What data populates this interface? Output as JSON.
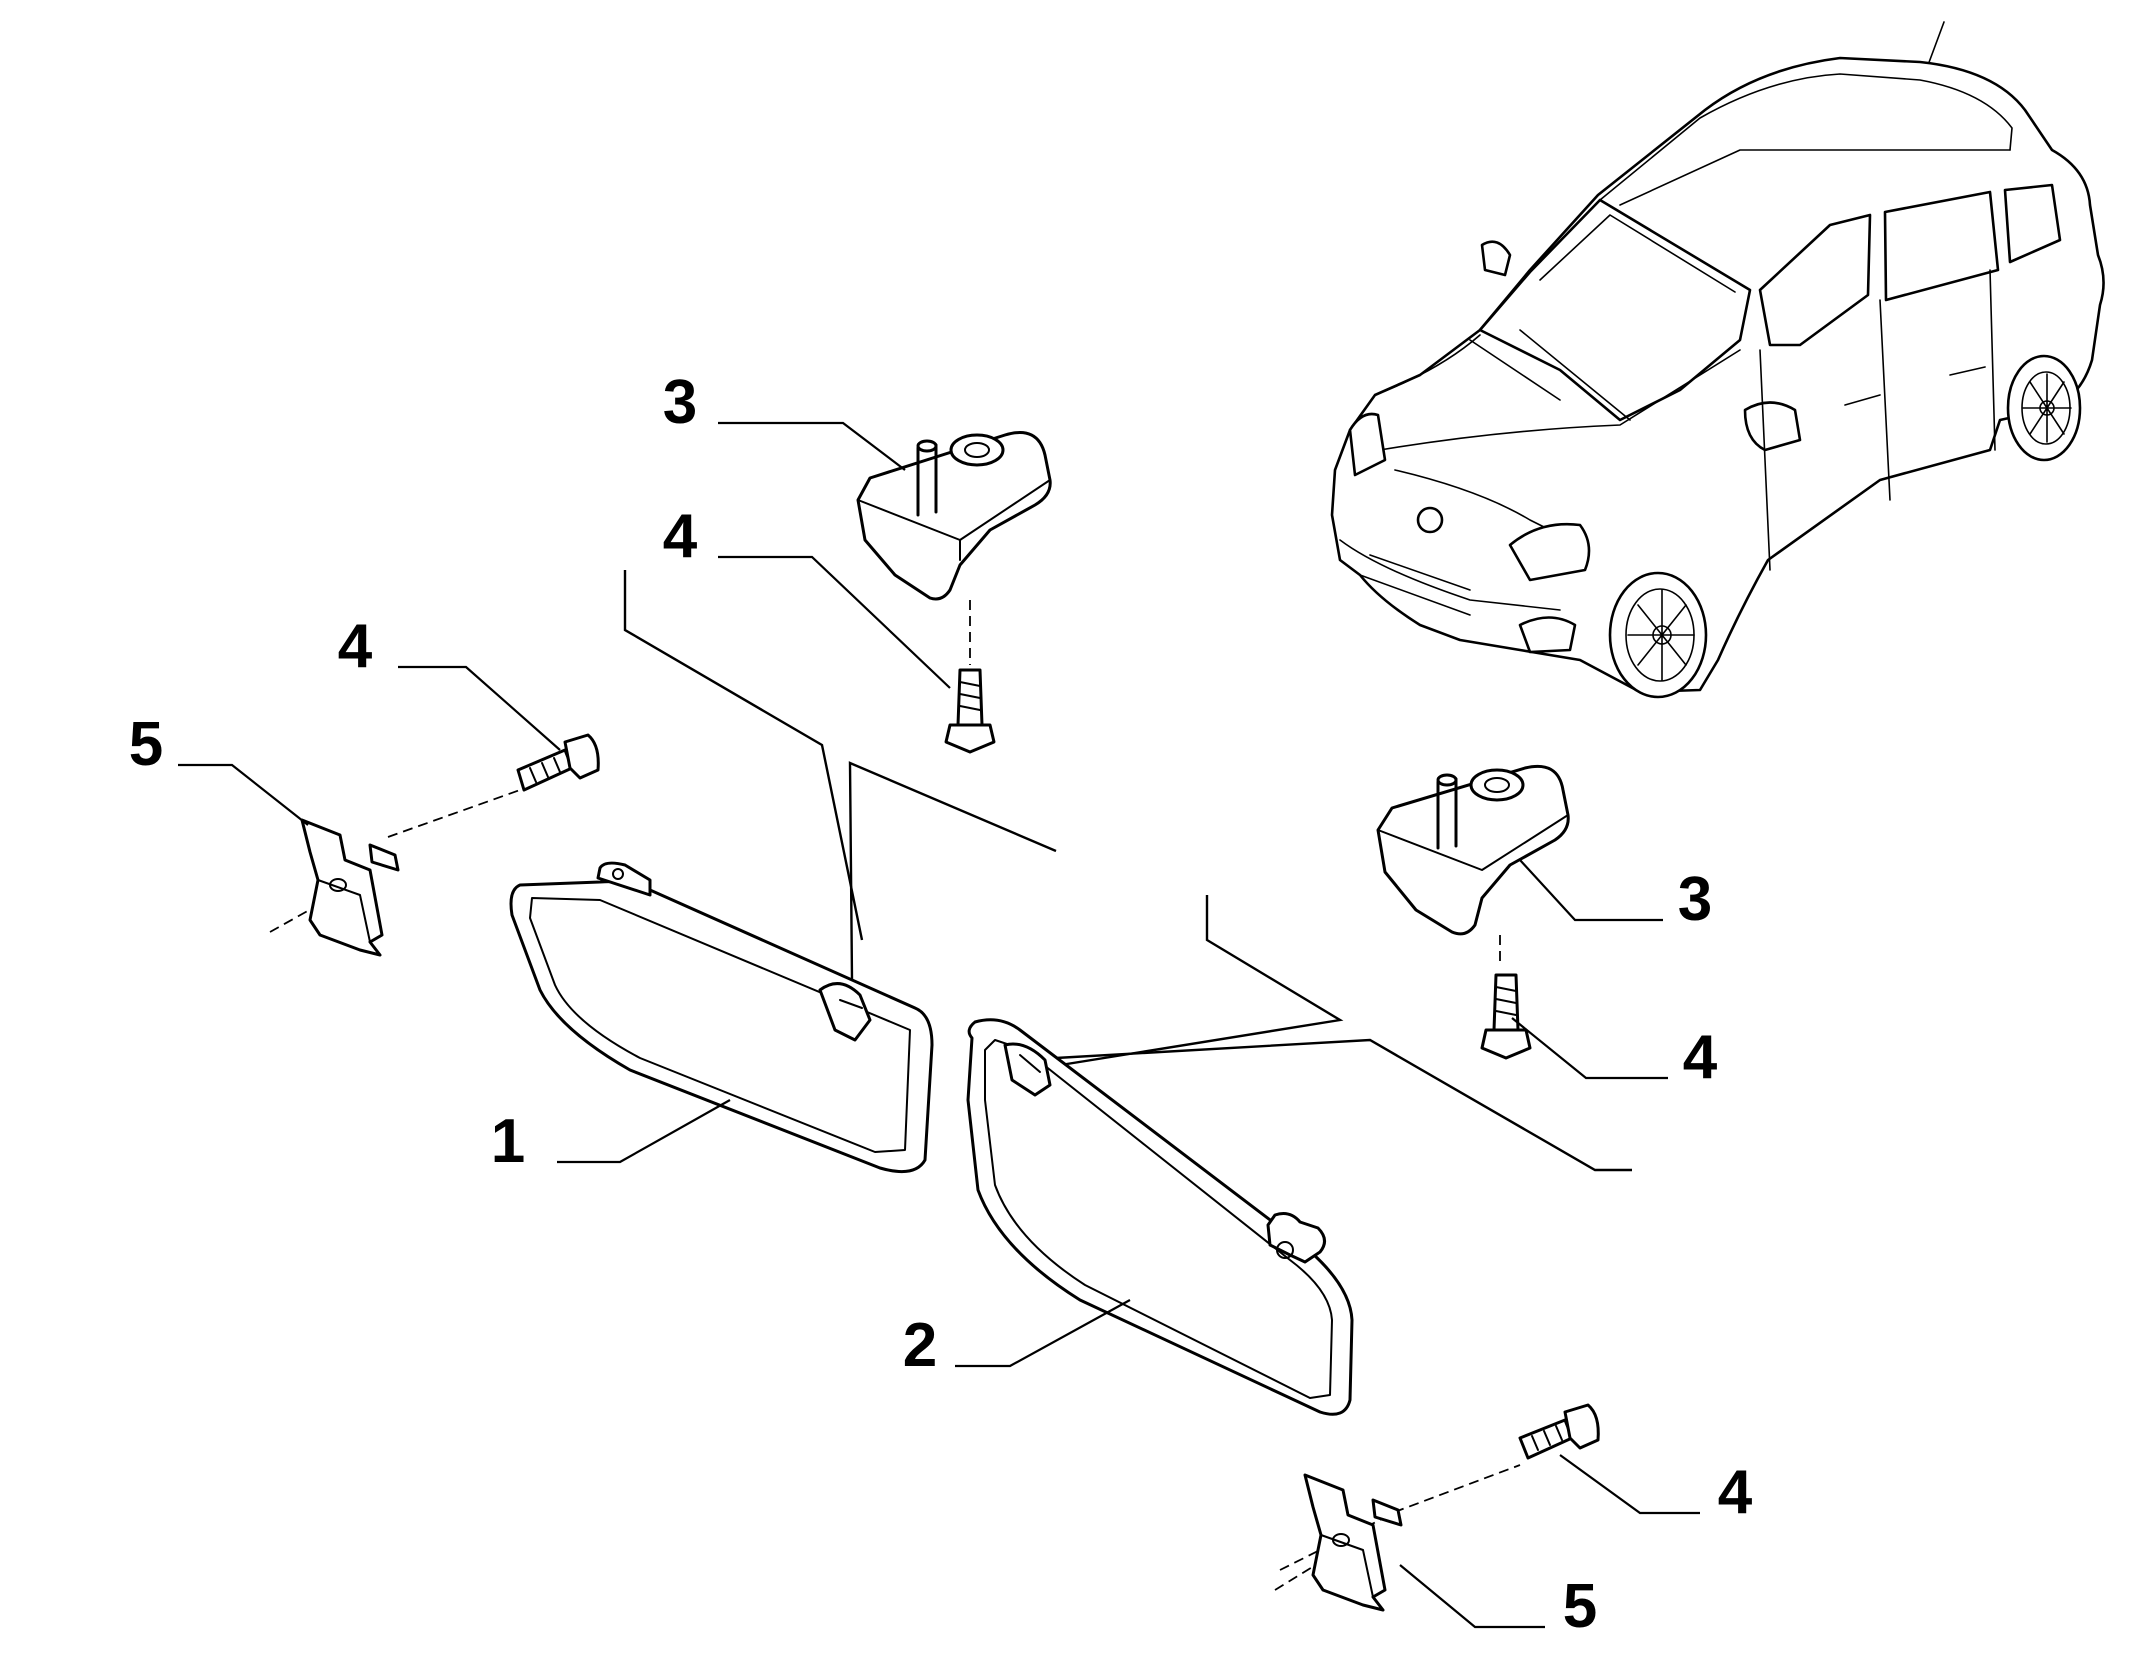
{
  "callouts": {
    "c1": "1",
    "c2": "2",
    "c3_top": "3",
    "c3_right": "3",
    "c4_top": "4",
    "c4_left": "4",
    "c4_right": "4",
    "c4_bottom": "4",
    "c5_left": "5",
    "c5_bottom": "5"
  },
  "colors": {
    "ink": "#000000",
    "background": "#ffffff"
  }
}
